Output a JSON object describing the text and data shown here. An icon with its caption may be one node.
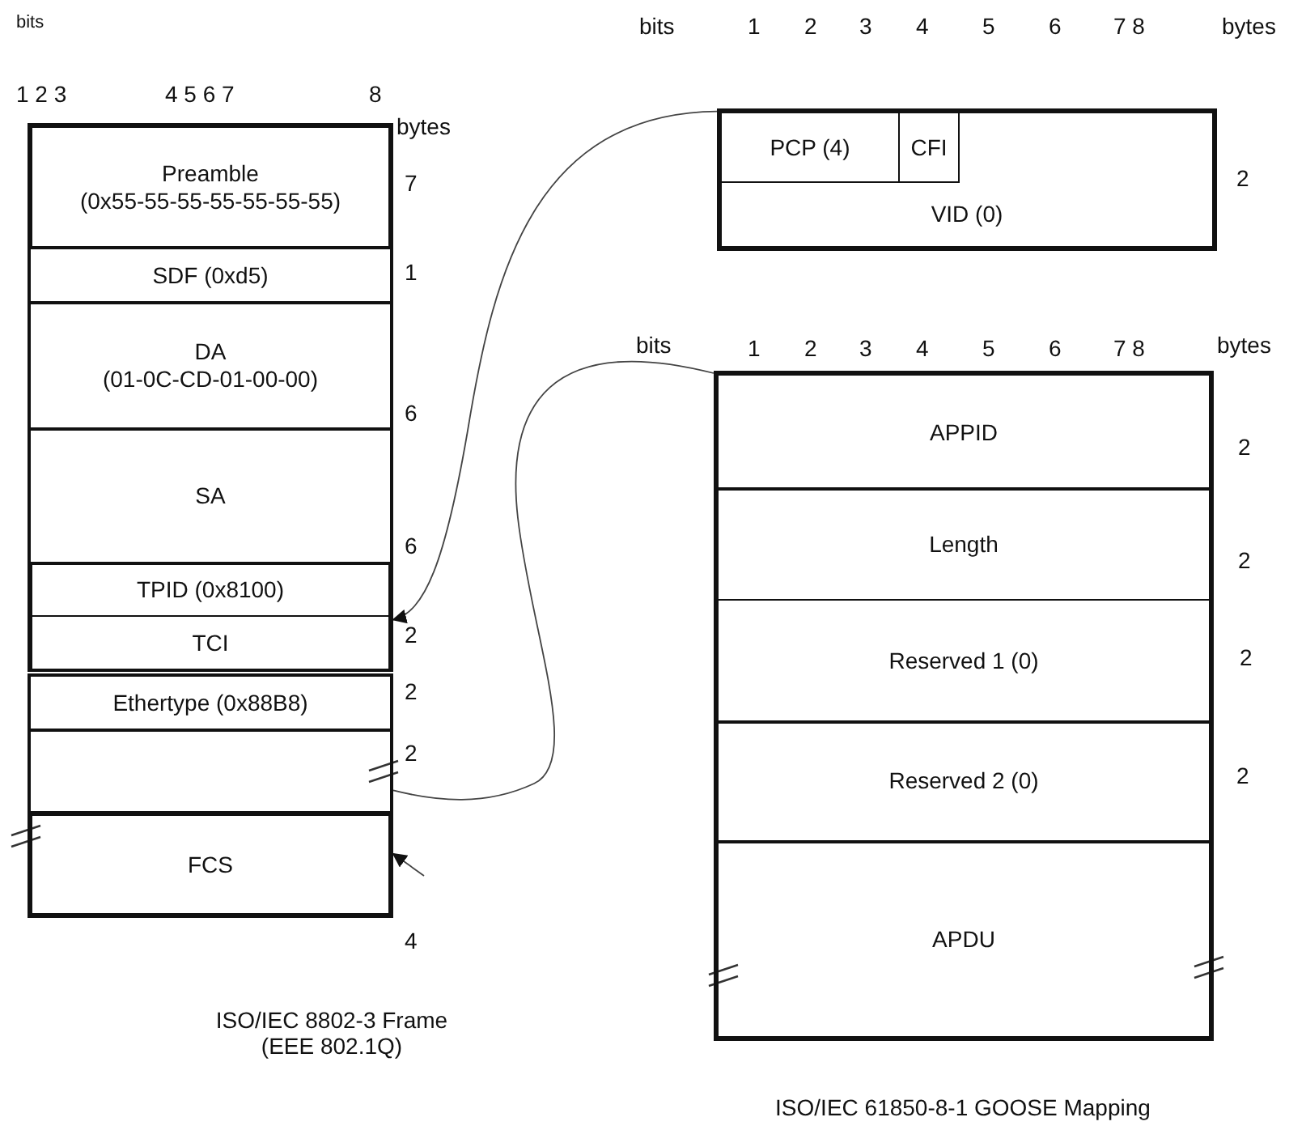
{
  "diagram": {
    "nodes": [
      {
        "text": [
          "Preamble",
          "(0x55-55-55-55-55-55-55)"
        ],
        "beside": [
          "7"
        ]
      },
      {
        "text": [
          "SDF (0xd5)"
        ],
        "beside": [
          "1"
        ]
      },
      {
        "text": [
          "DA",
          "(01-0C-CD-01-00-00)"
        ],
        "beside": [
          "6"
        ]
      },
      {
        "text": [
          "SA"
        ],
        "beside": [
          "6"
        ]
      },
      {
        "text": [
          "TPID (0x8100)"
        ]
      },
      {
        "text": [
          "TCI"
        ],
        "beside": [
          "2"
        ]
      },
      {
        "text": [
          "Ethertype (0x88B8)"
        ],
        "beside": [
          "2"
        ]
      },
      {
        "text": [],
        "shape": "box",
        "beside": [
          "2"
        ]
      },
      {
        "text": [
          "FCS"
        ],
        "beside": [
          "4"
        ]
      },
      {
        "text": [],
        "shape": "box",
        "beside": [
          "2"
        ]
      },
      {
        "text": [
          "PCP (4)"
        ],
        "in": 9
      },
      {
        "text": [
          "CFI"
        ],
        "in": 9
      },
      {
        "text": [
          "VID (0)"
        ],
        "in": 9
      },
      {
        "text": [
          "APPID"
        ],
        "beside": [
          "2"
        ]
      },
      {
        "text": [
          "Length"
        ],
        "beside": [
          "2"
        ]
      },
      {
        "text": [
          "Reserved 1 (0)"
        ],
        "beside": [
          "2"
        ]
      },
      {
        "text": [
          "Reserved 2 (0)"
        ],
        "beside": [
          "2"
        ]
      },
      {
        "text": [
          "APDU"
        ]
      }
    ],
    "edges": [
      {
        "from": 9,
        "to": 5,
        "arrow": "to"
      },
      {
        "from": 13,
        "to": 7,
        "arrow": "none"
      },
      {
        "from": null,
        "to": 8,
        "arrow": "to"
      }
    ],
    "labels": [
      "bits",
      "1 2 3",
      "4 5 6 7",
      "8",
      "bytes",
      "bits",
      "1",
      "2",
      "3",
      "4",
      "5",
      "6",
      "7 8",
      "bytes",
      "bits",
      "1",
      "2",
      "3",
      "4",
      "5",
      "6",
      "7 8",
      "bytes",
      "ISO/IEC 8802-3 Frame (EEE 802.1Q)",
      "ISO/IEC 61850-8-1 GOOSE Mapping"
    ]
  }
}
